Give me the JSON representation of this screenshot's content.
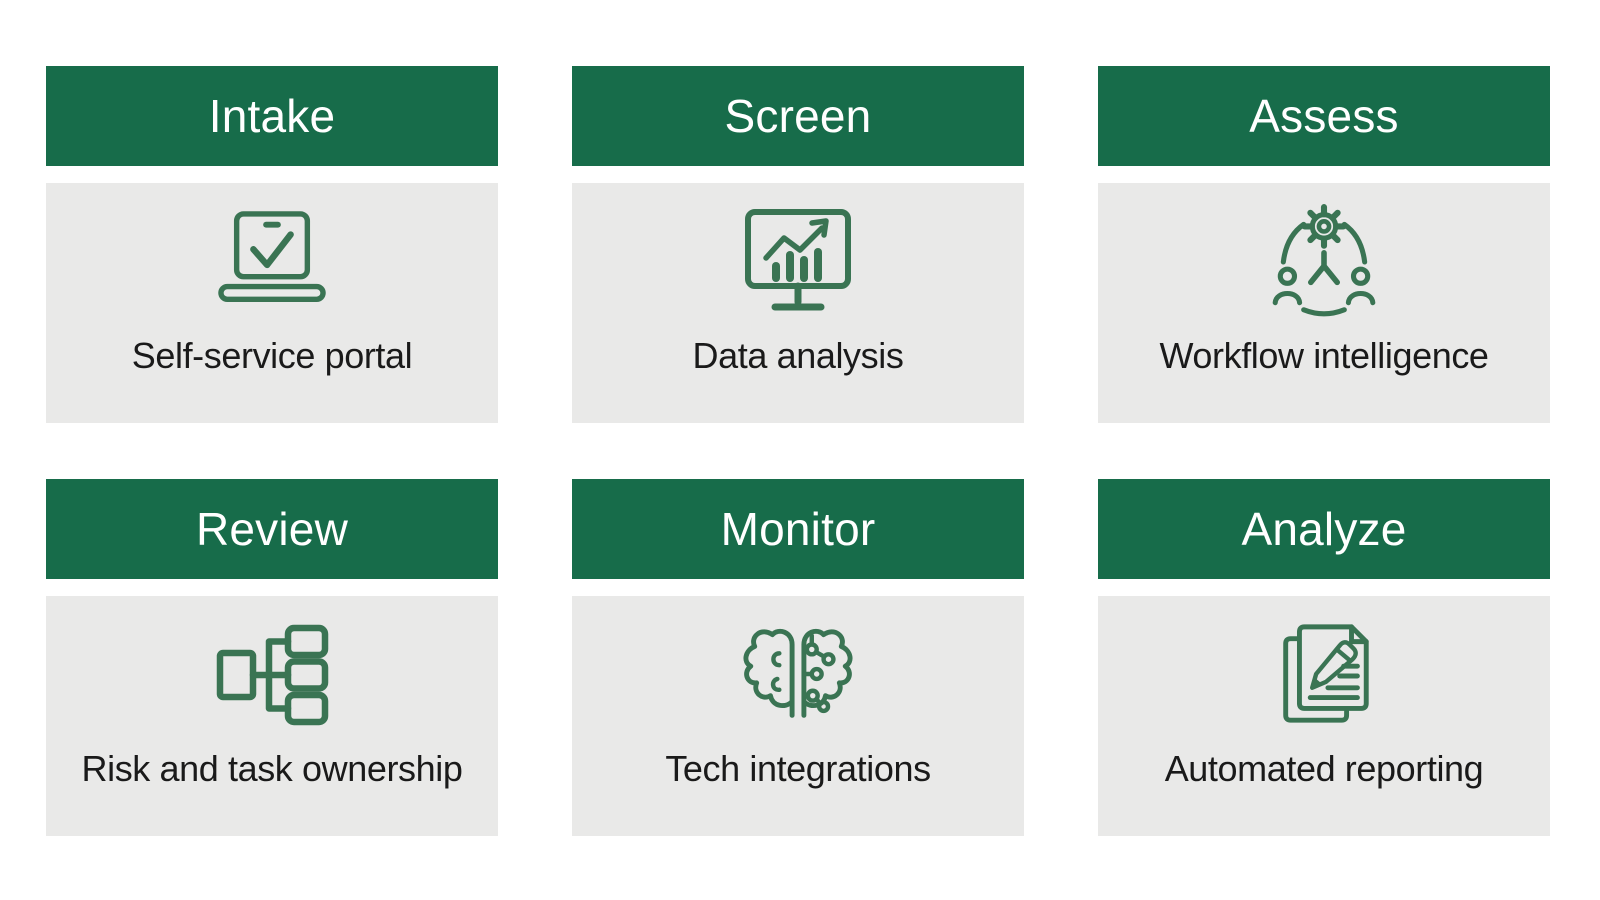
{
  "page": {
    "background": "#FFFFFF",
    "description": "Six-stage process infographic with green stage headers and gray detail cards"
  },
  "colors": {
    "header_green": "#176C4A",
    "icon_green": "#3A7453",
    "body_gray": "#E9E9E8",
    "header_text": "#FFFFFF",
    "label_text": "#1A1A1A"
  },
  "cards": [
    {
      "header": "Intake",
      "label": "Self-service portal",
      "icon": "laptop-check-icon"
    },
    {
      "header": "Screen",
      "label": "Data analysis",
      "icon": "monitor-chart-icon"
    },
    {
      "header": "Assess",
      "label": "Workflow intelligence",
      "icon": "people-gear-network-icon"
    },
    {
      "header": "Review",
      "label": "Risk and task ownership",
      "icon": "hierarchy-icon"
    },
    {
      "header": "Monitor",
      "label": "Tech integrations",
      "icon": "brain-circuit-icon"
    },
    {
      "header": "Analyze",
      "label": "Automated reporting",
      "icon": "document-pencil-icon"
    }
  ]
}
